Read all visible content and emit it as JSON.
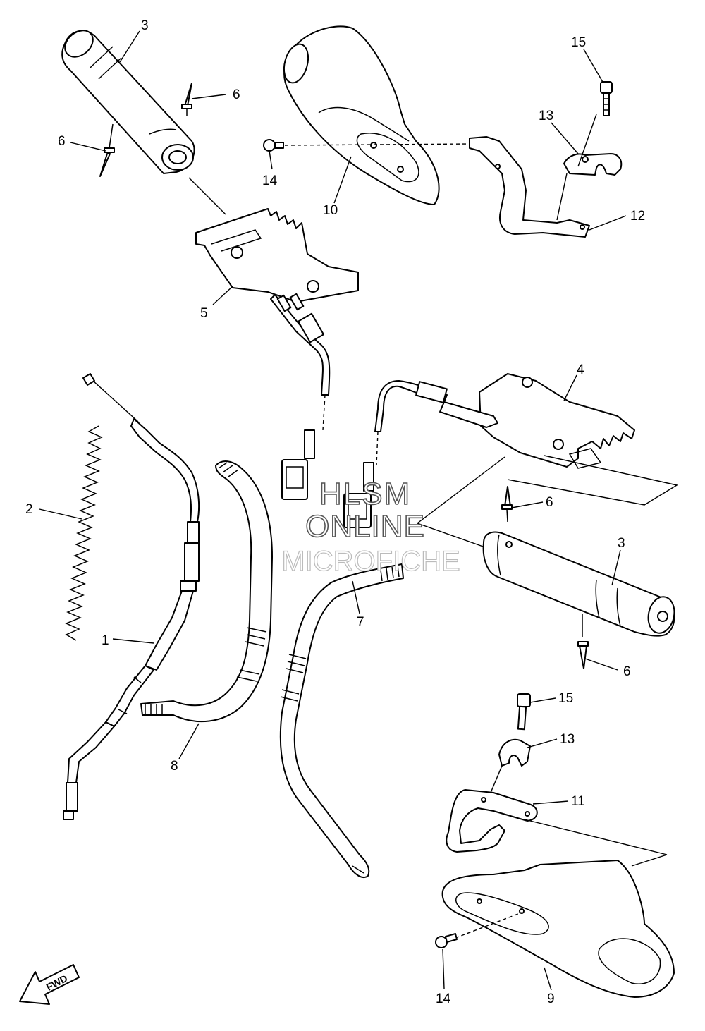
{
  "diagram": {
    "callouts": {
      "c1": "1",
      "c2": "2",
      "c3a": "3",
      "c3b": "3",
      "c4": "4",
      "c5": "5",
      "c6a": "6",
      "c6b": "6",
      "c6c": "6",
      "c6d": "6",
      "c7": "7",
      "c8": "8",
      "c9": "9",
      "c10": "10",
      "c11": "11",
      "c12": "12",
      "c13a": "13",
      "c13b": "13",
      "c14a": "14",
      "c14b": "14",
      "c15a": "15",
      "c15b": "15"
    },
    "fwd_label": "FWD"
  },
  "watermark": {
    "line1": "HLSM",
    "line2": "ONLINE",
    "line3": "MICROFICHE"
  }
}
